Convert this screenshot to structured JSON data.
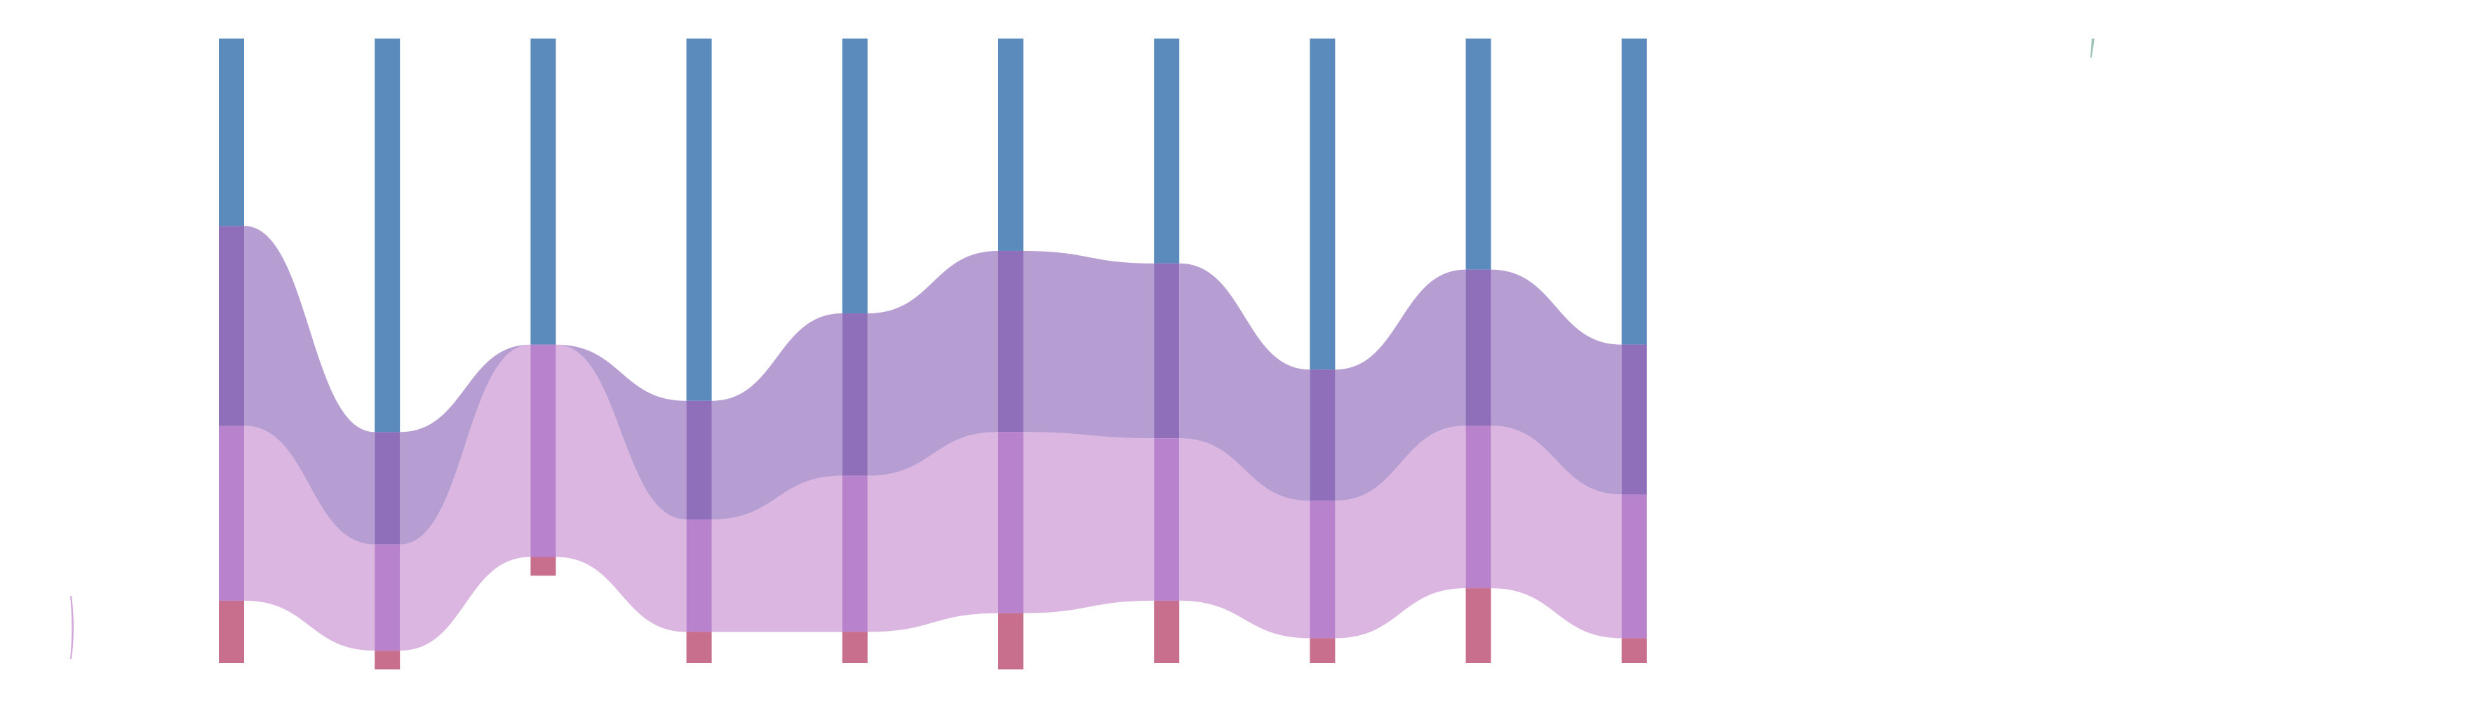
{
  "chart_data": {
    "type": "parallel-sets",
    "title": "",
    "axes": [
      "",
      "",
      "",
      "",
      "",
      "",
      "",
      "",
      "",
      ""
    ],
    "categories": [
      "blue",
      "purple",
      "violet",
      "pink"
    ],
    "colors": {
      "blue": "#5b8bbd",
      "purple": "#8f6fba",
      "violet": "#b982cc",
      "pink": "#c86f8e",
      "ribbon_purple": "#a98dca",
      "ribbon_violet": "#d3a9dc"
    },
    "category_shares": [
      {
        "blue": 0.3,
        "purple": 0.32,
        "violet": 0.28,
        "pink": 0.1
      },
      {
        "blue": 0.63,
        "purple": 0.18,
        "violet": 0.17,
        "pink": 0.03
      },
      {
        "blue": 0.49,
        "purple": 0.0,
        "violet": 0.34,
        "pink": 0.03
      },
      {
        "blue": 0.58,
        "purple": 0.19,
        "violet": 0.18,
        "pink": 0.05
      },
      {
        "blue": 0.44,
        "purple": 0.26,
        "violet": 0.25,
        "pink": 0.05
      },
      {
        "blue": 0.34,
        "purple": 0.29,
        "violet": 0.29,
        "pink": 0.09
      },
      {
        "blue": 0.36,
        "purple": 0.28,
        "violet": 0.26,
        "pink": 0.1
      },
      {
        "blue": 0.53,
        "purple": 0.21,
        "violet": 0.22,
        "pink": 0.04
      },
      {
        "blue": 0.37,
        "purple": 0.25,
        "violet": 0.26,
        "pink": 0.12
      },
      {
        "blue": 0.49,
        "purple": 0.24,
        "violet": 0.23,
        "pink": 0.04
      }
    ],
    "ribbons": [
      {
        "category": "purple",
        "color": "ribbon_purple"
      },
      {
        "category": "violet",
        "color": "ribbon_violet"
      }
    ],
    "legend": [],
    "grid": false
  }
}
